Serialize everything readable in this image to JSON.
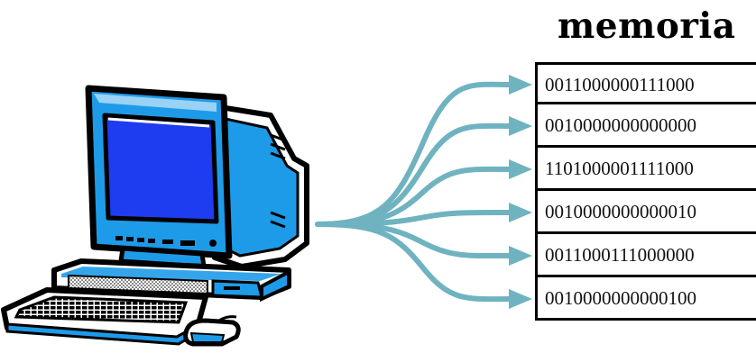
{
  "title": "memoria",
  "memory": {
    "cells": [
      "0011000000111000",
      "0010000000000000",
      "1101000001111000",
      "0010000000000010",
      "0011000111000000",
      "0010000000000100"
    ]
  },
  "colors": {
    "arrow": "#6fb3c0",
    "screen": "#1e3cf0",
    "computer_body": "#1e9be8",
    "outline": "#000000",
    "background": "#ffffff"
  },
  "icons": {
    "computer": "desktop-computer-icon",
    "arrows": "memory-access-arrows"
  }
}
